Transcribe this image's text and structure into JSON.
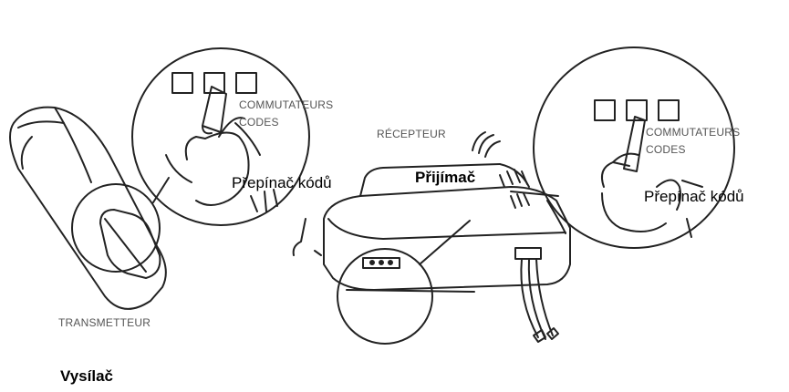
{
  "labels": {
    "left_commutateurs": "COMMUTATEURS",
    "left_codes": "CODES",
    "left_switch_cz": "Přepínač kódů",
    "recepteur": "RÉCEPTEUR",
    "prijimac": "Přijímač",
    "right_commutateurs": "COMMUTATEURS",
    "right_codes": "CODES",
    "right_switch_cz": "Přepínač kódů",
    "transmetteur": "TRANSMETTEUR",
    "vysilac": "Vysílač"
  },
  "colors": {
    "ink": "#222222",
    "label_gray": "#555555"
  }
}
